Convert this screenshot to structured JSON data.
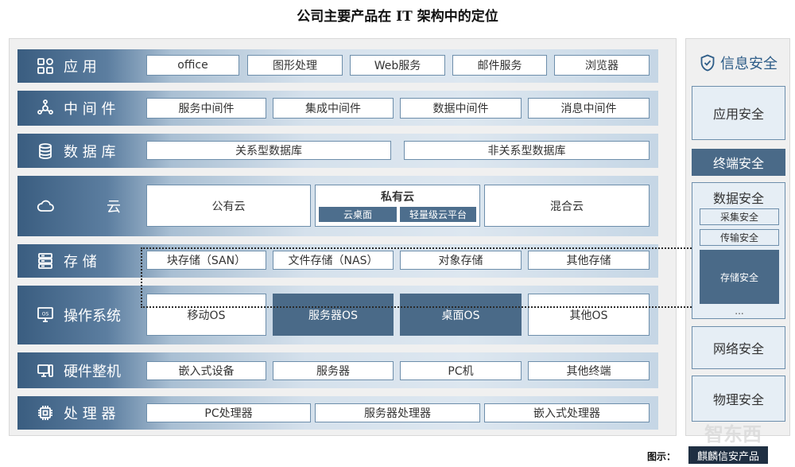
{
  "title": "公司主要产品在 IT 架构中的定位",
  "layers": {
    "app": {
      "icon": "apps-grid-icon",
      "label": "应 用",
      "cells": [
        "office",
        "图形处理",
        "Web服务",
        "邮件服务",
        "浏览器"
      ]
    },
    "middleware": {
      "icon": "network-nodes-icon",
      "label": "中 间 件",
      "cells": [
        "服务中间件",
        "集成中间件",
        "数据中间件",
        "消息中间件"
      ]
    },
    "database": {
      "icon": "database-icon",
      "label": "数 据 库",
      "cells": [
        "关系型数据库",
        "非关系型数据库"
      ]
    },
    "cloud": {
      "icon": "cloud-icon",
      "label": "云",
      "cells": [
        "公有云",
        "私有云",
        "混合云"
      ],
      "private_sub": [
        "云桌面",
        "轻量级云平台"
      ]
    },
    "storage": {
      "icon": "server-rack-icon",
      "label": "存 储",
      "cells": [
        "块存储（SAN）",
        "文件存储（NAS）",
        "对象存储",
        "其他存储"
      ]
    },
    "os": {
      "icon": "os-monitor-icon",
      "label": "操作系统",
      "icon_text": "OS",
      "cells": [
        "移动OS",
        "服务器OS",
        "桌面OS",
        "其他OS"
      ]
    },
    "hardware": {
      "icon": "computer-icon",
      "label": "硬件整机",
      "cells": [
        "嵌入式设备",
        "服务器",
        "PC机",
        "其他终端"
      ]
    },
    "processor": {
      "icon": "chip-icon",
      "label": "处 理 器",
      "cells": [
        "PC处理器",
        "服务器处理器",
        "嵌入式处理器"
      ]
    }
  },
  "security": {
    "heading": "信息安全",
    "items": [
      "应用安全",
      "终端安全",
      "数据安全",
      "网络安全",
      "物理安全"
    ],
    "data_sub": [
      "采集安全",
      "传输安全",
      "存储安全"
    ],
    "ellipsis": "..."
  },
  "caption": {
    "label": "图示：",
    "source": "麒麟信安产品"
  },
  "watermark": "智东西",
  "colors": {
    "dark_blue": "#4a6a88",
    "accent": "#2e5d88"
  }
}
